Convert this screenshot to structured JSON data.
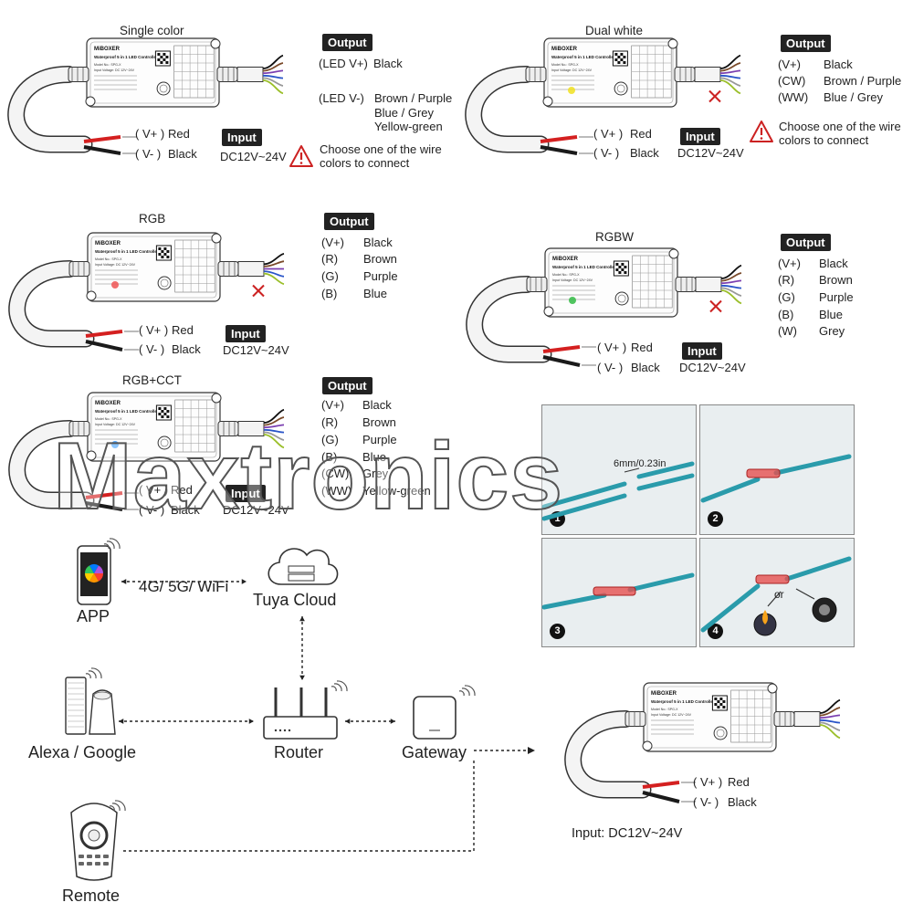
{
  "watermark": "Maxtronics",
  "brand": "MiBOXER",
  "device": {
    "header": "Waterproof 5 in 1 LED Controller (2.4G)",
    "model_line": "Model No.: SPG-X",
    "input_line": "Input Voltage: DC 12V~24V"
  },
  "panels": {
    "single": {
      "title": "Single color",
      "output_badge": "Output",
      "outputs": [
        {
          "pin": "(LED V+)",
          "color": "Black"
        },
        {
          "pin": "(LED V-)",
          "color": "Brown / Purple"
        },
        {
          "pin": "",
          "color": "Blue / Grey"
        },
        {
          "pin": "",
          "color": "Yellow-green"
        }
      ],
      "vplus": "( V+ )",
      "vplus_c": "Red",
      "vminus": "( V- )",
      "vminus_c": "Black",
      "input_badge": "Input",
      "input_text": "DC12V~24V",
      "warn": "Choose one of the wire colors to connect"
    },
    "dual": {
      "title": "Dual white",
      "output_badge": "Output",
      "outputs": [
        {
          "pin": "(V+)",
          "color": "Black"
        },
        {
          "pin": "(CW)",
          "color": "Brown / Purple"
        },
        {
          "pin": "(WW)",
          "color": "Blue / Grey"
        }
      ],
      "vplus": "( V+ )",
      "vplus_c": "Red",
      "vminus": "( V- )",
      "vminus_c": "Black",
      "input_badge": "Input",
      "input_text": "DC12V~24V",
      "warn": "Choose one of the wire colors to connect"
    },
    "rgb": {
      "title": "RGB",
      "output_badge": "Output",
      "outputs": [
        {
          "pin": "(V+)",
          "color": "Black"
        },
        {
          "pin": "(R)",
          "color": "Brown"
        },
        {
          "pin": "(G)",
          "color": "Purple"
        },
        {
          "pin": "(B)",
          "color": "Blue"
        }
      ],
      "vplus": "( V+ )",
      "vplus_c": "Red",
      "vminus": "( V- )",
      "vminus_c": "Black",
      "input_badge": "Input",
      "input_text": "DC12V~24V"
    },
    "rgbw": {
      "title": "RGBW",
      "output_badge": "Output",
      "outputs": [
        {
          "pin": "(V+)",
          "color": "Black"
        },
        {
          "pin": "(R)",
          "color": "Brown"
        },
        {
          "pin": "(G)",
          "color": "Purple"
        },
        {
          "pin": "(B)",
          "color": "Blue"
        },
        {
          "pin": "(W)",
          "color": "Grey"
        }
      ],
      "vplus": "( V+ )",
      "vplus_c": "Red",
      "vminus": "( V- )",
      "vminus_c": "Black",
      "input_badge": "Input",
      "input_text": "DC12V~24V"
    },
    "rgbcct": {
      "title": "RGB+CCT",
      "output_badge": "Output",
      "outputs": [
        {
          "pin": "(V+)",
          "color": "Black"
        },
        {
          "pin": "(R)",
          "color": "Brown"
        },
        {
          "pin": "(G)",
          "color": "Purple"
        },
        {
          "pin": "(B)",
          "color": "Blue"
        },
        {
          "pin": "(CW)",
          "color": "Grey"
        },
        {
          "pin": "(WW)",
          "color": "Yellow-green"
        }
      ],
      "vplus": "( V+ )",
      "vplus_c": "Red",
      "vminus": "( V- )",
      "vminus_c": "Black",
      "input_badge": "Input",
      "input_text": "DC12V~24V"
    }
  },
  "network": {
    "app": "APP",
    "link": "4G/ 5G/ WiFi",
    "cloud": "Tuya Cloud",
    "alexa": "Alexa / Google",
    "router": "Router",
    "gateway": "Gateway",
    "remote": "Remote",
    "input": "Input: DC12V~24V",
    "vplus": "( V+ )",
    "vplus_c": "Red",
    "vminus": "( V- )",
    "vminus_c": "Black"
  },
  "splice": {
    "measure": "6mm/0.23in",
    "or": "or",
    "steps": [
      "1",
      "2",
      "3",
      "4"
    ]
  },
  "icons": [
    "warning-icon",
    "phone-icon",
    "cloud-icon",
    "router-icon",
    "gateway-icon",
    "smart-speaker-icon",
    "remote-icon",
    "cross-icon"
  ],
  "colors": {
    "red_wire": "#d42020",
    "black_wire": "#1a1a1a",
    "cable": "#f4f4f4",
    "badge": "#222222",
    "warn": "#cc2222",
    "tube": "#2a9bab"
  }
}
